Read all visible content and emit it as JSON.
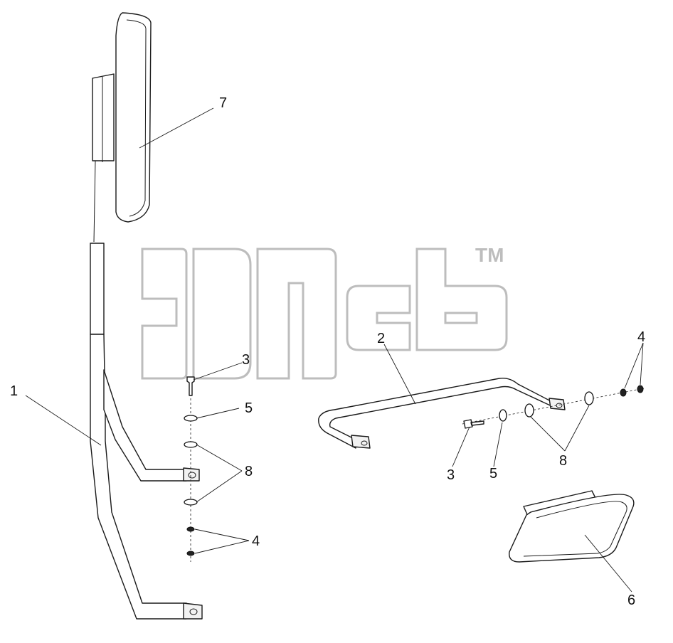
{
  "watermark": {
    "trademark": "TM"
  },
  "callouts": {
    "c1": "1",
    "c7": "7",
    "c3_left": "3",
    "c5_left": "5",
    "c8_left": "8",
    "c4_left": "4",
    "c2": "2",
    "c4_right": "4",
    "c3_right": "3",
    "c5_right": "5",
    "c8_right": "8",
    "c6": "6"
  },
  "icons": {
    "watermark": "epsb-logo-outline",
    "parts": [
      "mirror-bracket-tube",
      "mirror-large",
      "mirror-small",
      "bracket-bar",
      "bolt",
      "washer",
      "nut"
    ]
  }
}
